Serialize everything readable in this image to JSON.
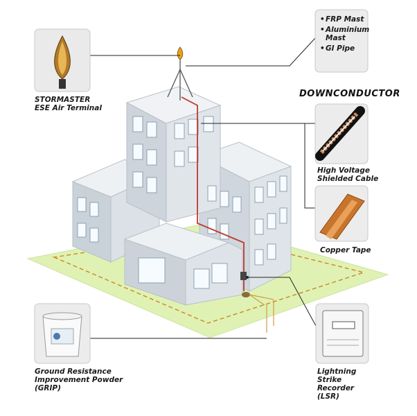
{
  "labels": {
    "air_terminal": "STORMASTER\nESE Air Terminal",
    "downconductor_heading": "DOWNCONDUCTOR",
    "cable": "High Voltage\nShielded Cable",
    "copper": "Copper Tape",
    "grip": "Ground Resistance\nImprovement Powder\n(GRIP)",
    "lsr": "Lightning\nStrike\nRecorder\n(LSR)"
  },
  "mast_options": [
    "FRP Mast",
    "Aluminium\nMast",
    "GI Pipe"
  ],
  "icons": [
    "ese-air-terminal-icon",
    "hv-cable-icon",
    "copper-tape-icon",
    "grip-bucket-icon",
    "lsr-counter-icon"
  ],
  "colors": {
    "conductor": "#c0392b",
    "ground_grid": "#d9f0a8",
    "earth_loop": "#d8a33a",
    "building": "#d3dae0"
  }
}
